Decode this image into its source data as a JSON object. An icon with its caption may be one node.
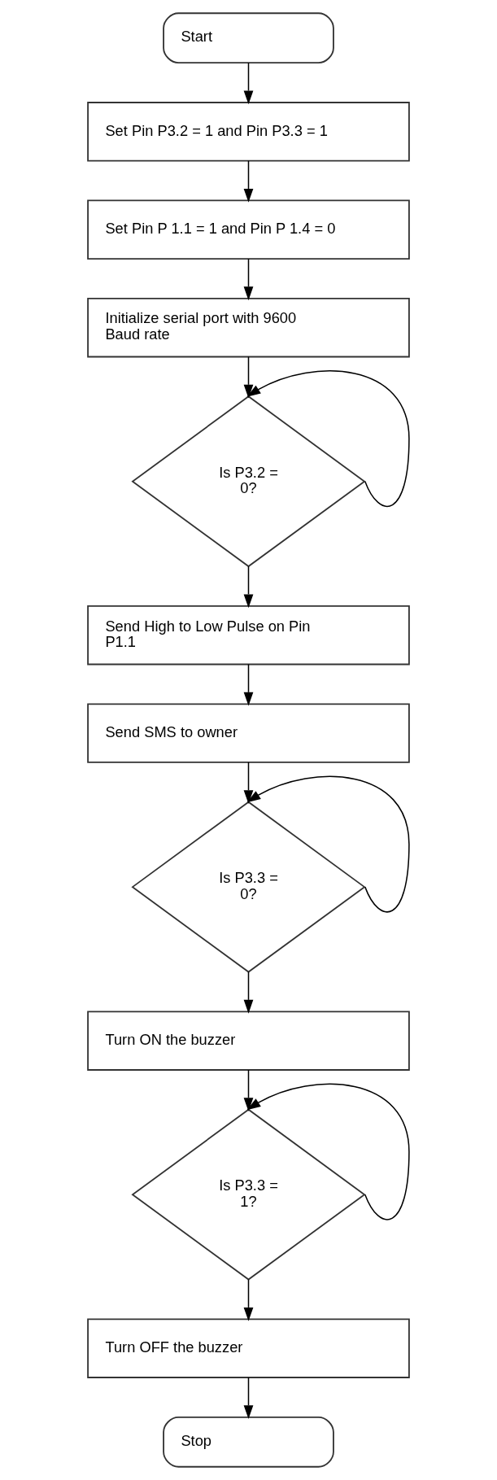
{
  "diagram": {
    "nodes": [
      {
        "text": [
          "Start"
        ]
      },
      {
        "text": [
          "Set Pin P3.2 = 1 and Pin P3.3 = 1"
        ]
      },
      {
        "text": [
          "Set Pin P 1.1 = 1 and Pin P 1.4 = 0"
        ]
      },
      {
        "text": [
          "Initialize serial port with 9600 Baud rate"
        ]
      },
      {
        "text": [
          "Is P3.2 = 0?"
        ]
      },
      {
        "text": [
          "Send High to Low Pulse on Pin P1.1"
        ]
      },
      {
        "text": [
          "Send SMS to owner"
        ]
      },
      {
        "text": [
          "Is P3.3 = 0?"
        ]
      },
      {
        "text": [
          "Turn ON the buzzer"
        ]
      },
      {
        "text": [
          "Is P3.3 = 1?"
        ]
      },
      {
        "text": [
          "Turn OFF the buzzer"
        ]
      },
      {
        "text": [
          "Stop"
        ]
      }
    ],
    "edges": [
      {
        "from": 0,
        "to": 1,
        "arrow": "to"
      },
      {
        "from": 1,
        "to": 2,
        "arrow": "to"
      },
      {
        "from": 2,
        "to": 3,
        "arrow": "to"
      },
      {
        "from": 3,
        "to": 4,
        "arrow": "to"
      },
      {
        "from": 4,
        "to": 4,
        "arrow": "to"
      },
      {
        "from": 4,
        "to": 5,
        "arrow": "to"
      },
      {
        "from": 5,
        "to": 6,
        "arrow": "to"
      },
      {
        "from": 6,
        "to": 7,
        "arrow": "to"
      },
      {
        "from": 7,
        "to": 7,
        "arrow": "to"
      },
      {
        "from": 7,
        "to": 8,
        "arrow": "to"
      },
      {
        "from": 8,
        "to": 9,
        "arrow": "to"
      },
      {
        "from": 9,
        "to": 9,
        "arrow": "to"
      },
      {
        "from": 9,
        "to": 10,
        "arrow": "to"
      },
      {
        "from": 10,
        "to": 11,
        "arrow": "to"
      }
    ]
  }
}
